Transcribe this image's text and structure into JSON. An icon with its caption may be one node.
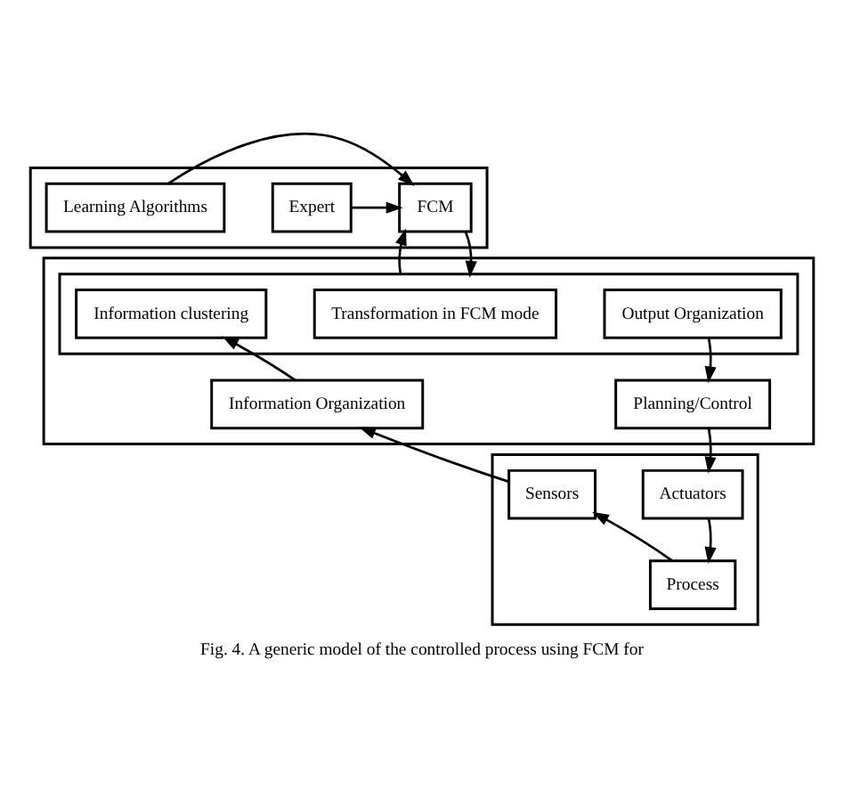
{
  "diagram": {
    "caption": "Fig. 4. A generic model of the controlled process using FCM for",
    "nodes": [
      {
        "text": [],
        "shape": "box"
      },
      {
        "text": [
          "Expert"
        ],
        "in": 0
      },
      {
        "text": [
          "FCM"
        ],
        "in": 0
      },
      {
        "text": [
          "Learning Algorithms"
        ],
        "in": 0
      },
      {
        "text": [],
        "shape": "box"
      },
      {
        "text": [],
        "shape": "box",
        "in": 4
      },
      {
        "text": [
          "Information clustering"
        ],
        "in": 5
      },
      {
        "text": [
          "Transformation in FCM mode"
        ],
        "in": 5
      },
      {
        "text": [
          "Output Organization"
        ],
        "in": 5
      },
      {
        "text": [
          "Information Organization"
        ],
        "in": 4
      },
      {
        "text": [
          "Planning/Control"
        ],
        "in": 4
      },
      {
        "text": [],
        "shape": "box"
      },
      {
        "text": [
          "Sensors"
        ],
        "in": 11
      },
      {
        "text": [
          "Actuators"
        ],
        "in": 11
      },
      {
        "text": [
          "Process"
        ],
        "in": 11
      }
    ],
    "edges": [
      {
        "from": 1,
        "to": 2,
        "arrow": "to"
      },
      {
        "from": 3,
        "to": 2,
        "arrow": "to"
      },
      {
        "from": 2,
        "to": 5,
        "arrow": "to"
      },
      {
        "from": 5,
        "to": 2,
        "arrow": "to"
      },
      {
        "from": 9,
        "to": 6,
        "arrow": "to"
      },
      {
        "from": 8,
        "to": 10,
        "arrow": "to"
      },
      {
        "from": 10,
        "to": 13,
        "arrow": "to"
      },
      {
        "from": 13,
        "to": 14,
        "arrow": "to"
      },
      {
        "from": 14,
        "to": 12,
        "arrow": "to"
      },
      {
        "from": 12,
        "to": 9,
        "arrow": "to"
      }
    ]
  }
}
